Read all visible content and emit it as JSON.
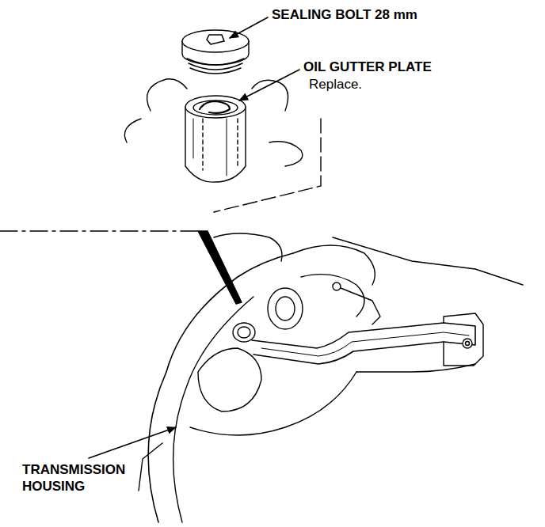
{
  "diagram": {
    "labels": [
      "SEALING BOLT 28 mm",
      "OIL GUTTER PLATE",
      "Replace.",
      "TRANSMISSION HOUSING"
    ]
  }
}
